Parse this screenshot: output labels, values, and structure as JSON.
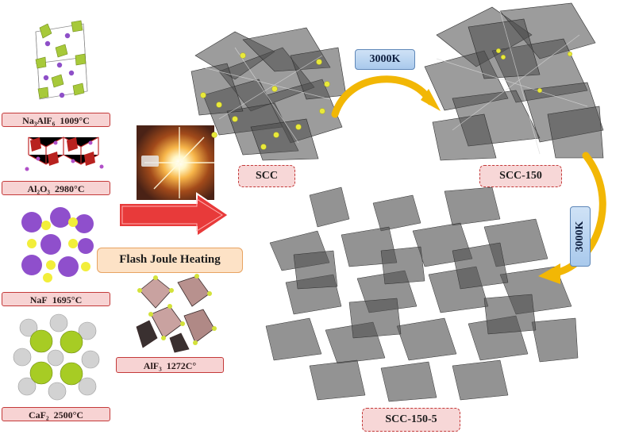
{
  "precursors": [
    {
      "formula": "Na₃AlF₆",
      "temp": "1009°C"
    },
    {
      "formula": "Al₂O₃",
      "temp": "2980°C"
    },
    {
      "formula": "NaF",
      "temp": "1695°C"
    },
    {
      "formula": "CaF₂",
      "temp": "2500°C"
    },
    {
      "formula": "AlF₃",
      "temp": "1272C°"
    }
  ],
  "process": {
    "label": "Flash Joule Heating"
  },
  "samples": [
    "SCC",
    "SCC-150",
    "SCC-150-5"
  ],
  "steps": [
    "3000K",
    "3000K"
  ],
  "colors": {
    "label_fill": "#f7d3d3",
    "label_border": "#c43a3a",
    "arrow_red": "#e53b3b",
    "curve_yellow": "#f2b705",
    "sheet_gray": "#4a4a4a",
    "dot_yellow": "#e6e63a",
    "badge_blue": "#a9c9ec",
    "badge_orange": "#fde2c6"
  }
}
